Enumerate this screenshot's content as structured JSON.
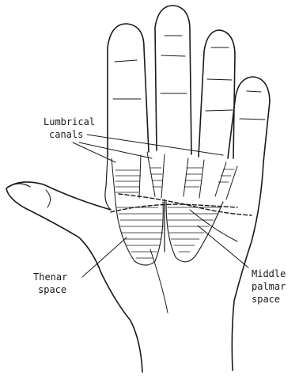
{
  "figure": {
    "labels": {
      "lumbrical_line1": "Lumbrical",
      "lumbrical_line2": "canals",
      "thenar_line1": "Thenar",
      "thenar_line2": "space",
      "midpalmar_line1": "Middle",
      "midpalmar_line2": "palmar",
      "midpalmar_line3": "space"
    },
    "colors": {
      "ink": "#1a1a1a",
      "background": "#ffffff"
    }
  }
}
